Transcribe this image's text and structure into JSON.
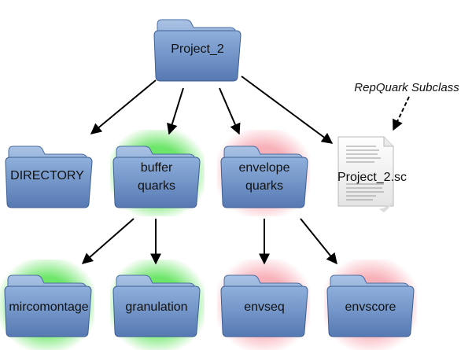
{
  "root": {
    "label": "Project_2"
  },
  "children": [
    {
      "id": "directory",
      "label": "DIRECTORY",
      "glow": "none"
    },
    {
      "id": "buffer",
      "label": [
        "buffer",
        "quarks"
      ],
      "glow": "green"
    },
    {
      "id": "envelope",
      "label": [
        "envelope",
        "quarks"
      ],
      "glow": "red"
    }
  ],
  "file": {
    "label": "Project_2.sc",
    "annotation": "RepQuark Subclass"
  },
  "grandchildren": [
    {
      "id": "mircomontage",
      "label": "mircomontage",
      "parent": "buffer",
      "glow": "green"
    },
    {
      "id": "granulation",
      "label": "granulation",
      "parent": "buffer",
      "glow": "green"
    },
    {
      "id": "envseq",
      "label": "envseq",
      "parent": "envelope",
      "glow": "red"
    },
    {
      "id": "envscore",
      "label": "envscore",
      "parent": "envelope",
      "glow": "red"
    }
  ],
  "colors": {
    "folder_top": "#9bb8de",
    "folder_bottom": "#5c80b8",
    "folder_edge": "#3f5f93",
    "glow_green": "#5ee35a",
    "glow_red": "#f7a3ad",
    "arrow": "#000000"
  }
}
